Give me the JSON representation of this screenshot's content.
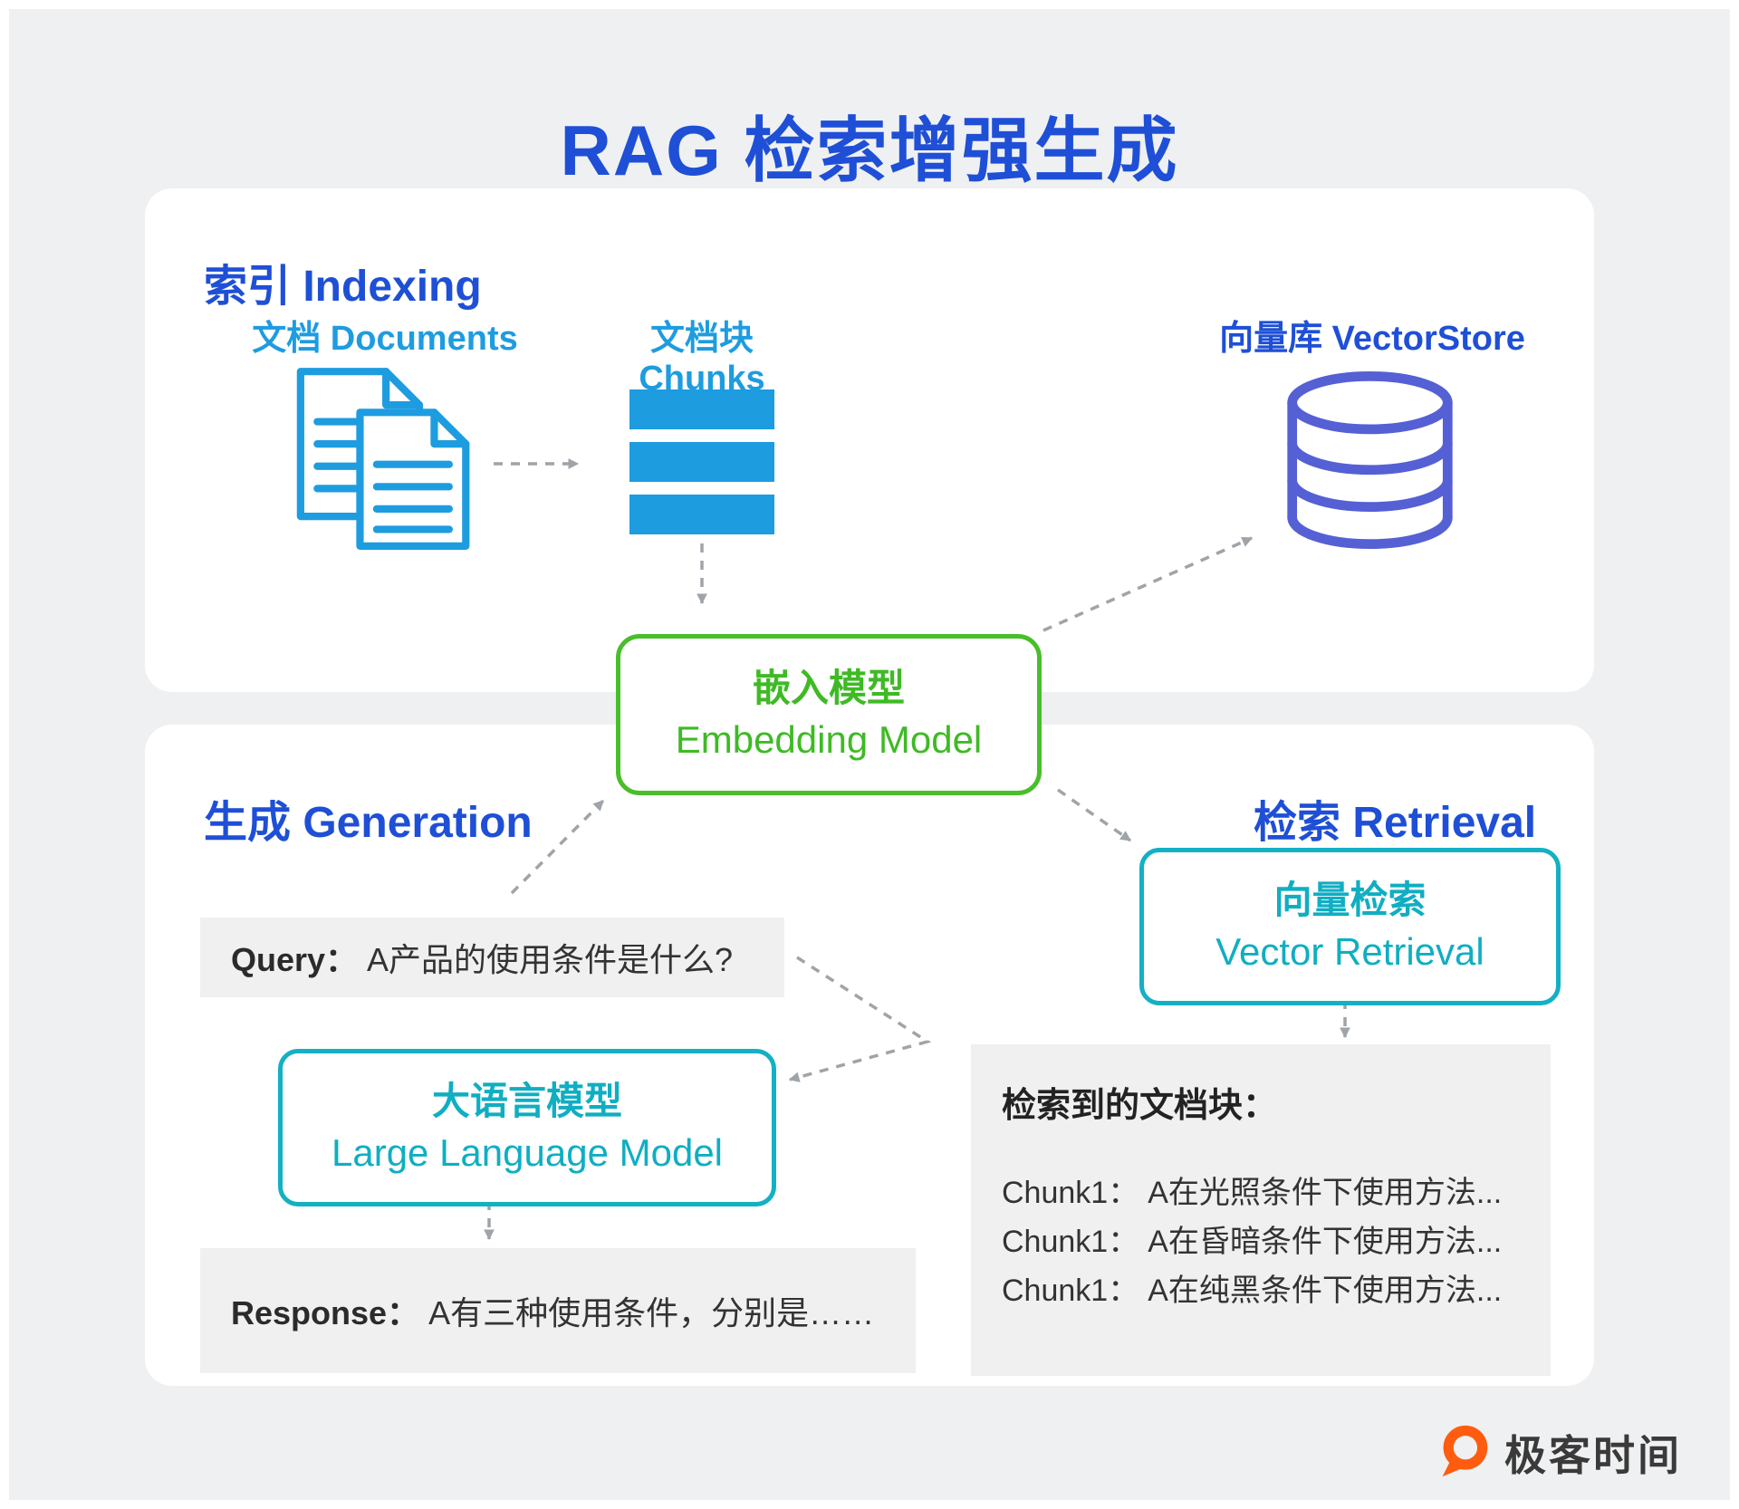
{
  "title": "RAG 检索增强生成",
  "colors": {
    "primary_blue": "#1E4FD6",
    "light_blue": "#1E9CE0",
    "indigo": "#5560D4",
    "green": "#49BE2B",
    "teal": "#14B0C4",
    "gray_box": "#F0F0F1",
    "arrow_gray": "#9FA4A9",
    "logo_orange": "#FF5C0F"
  },
  "indexing": {
    "heading": "索引 Indexing",
    "documents_label": "文档 Documents",
    "chunks_label": "文档块 Chunks",
    "vectorstore_label": "向量库 VectorStore"
  },
  "embedding_model": {
    "zh": "嵌入模型",
    "en": "Embedding Model"
  },
  "generation": {
    "heading": "生成 Generation",
    "query_label": "Query：",
    "query_text": "A产品的使用条件是什么?",
    "llm": {
      "zh": "大语言模型",
      "en": "Large Language Model"
    },
    "response_label": "Response：",
    "response_text": "A有三种使用条件，分别是……"
  },
  "retrieval": {
    "heading": "检索 Retrieval",
    "box": {
      "zh": "向量检索",
      "en": "Vector Retrieval"
    },
    "chunks_title": "检索到的文档块：",
    "chunks": [
      {
        "label": "Chunk1：",
        "text": "A在光照条件下使用方法..."
      },
      {
        "label": "Chunk1：",
        "text": "A在昏暗条件下使用方法..."
      },
      {
        "label": "Chunk1：",
        "text": "A在纯黑条件下使用方法..."
      }
    ]
  },
  "footer": {
    "brand": "极客时间"
  },
  "icons": {
    "documents": "document-pages-icon",
    "chunks": "stacked-bars-icon",
    "vectorstore": "database-cylinder-icon",
    "brand": "geektime-logo-icon"
  }
}
